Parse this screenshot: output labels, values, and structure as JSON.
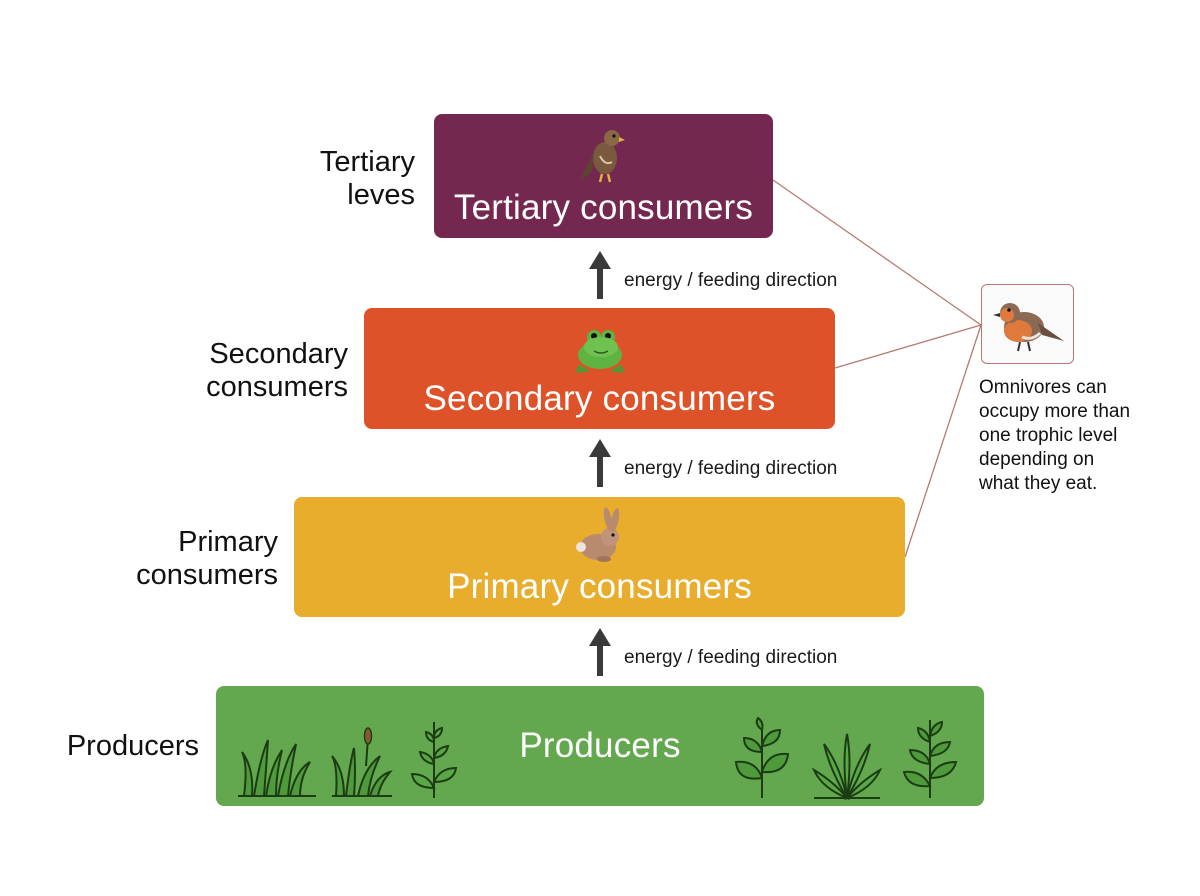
{
  "side_labels": {
    "tertiary": [
      "Tertiary",
      "leves"
    ],
    "secondary": [
      "Secondary",
      "consumers"
    ],
    "primary": [
      "Primary",
      "consumers"
    ],
    "producers": [
      "Producers"
    ]
  },
  "levels": {
    "tertiary": {
      "title": "Tertiary consumers",
      "color": "#74284f",
      "icon": "hawk-icon"
    },
    "secondary": {
      "title": "Secondary consumers",
      "color": "#de5229",
      "icon": "frog-icon"
    },
    "primary": {
      "title": "Primary consumers",
      "color": "#e9ad2d",
      "icon": "rabbit-icon"
    },
    "producers": {
      "title": "Producers",
      "color": "#63a84f",
      "icon": "plant-icon"
    }
  },
  "arrows": [
    "energy / feeding direction",
    "energy / feeding direction",
    "energy / feeding direction"
  ],
  "omnivore": {
    "icon": "robin-icon",
    "note": [
      "Omnivores can",
      "occupy more than",
      "one trophic level",
      "depending on",
      "what they eat."
    ]
  }
}
